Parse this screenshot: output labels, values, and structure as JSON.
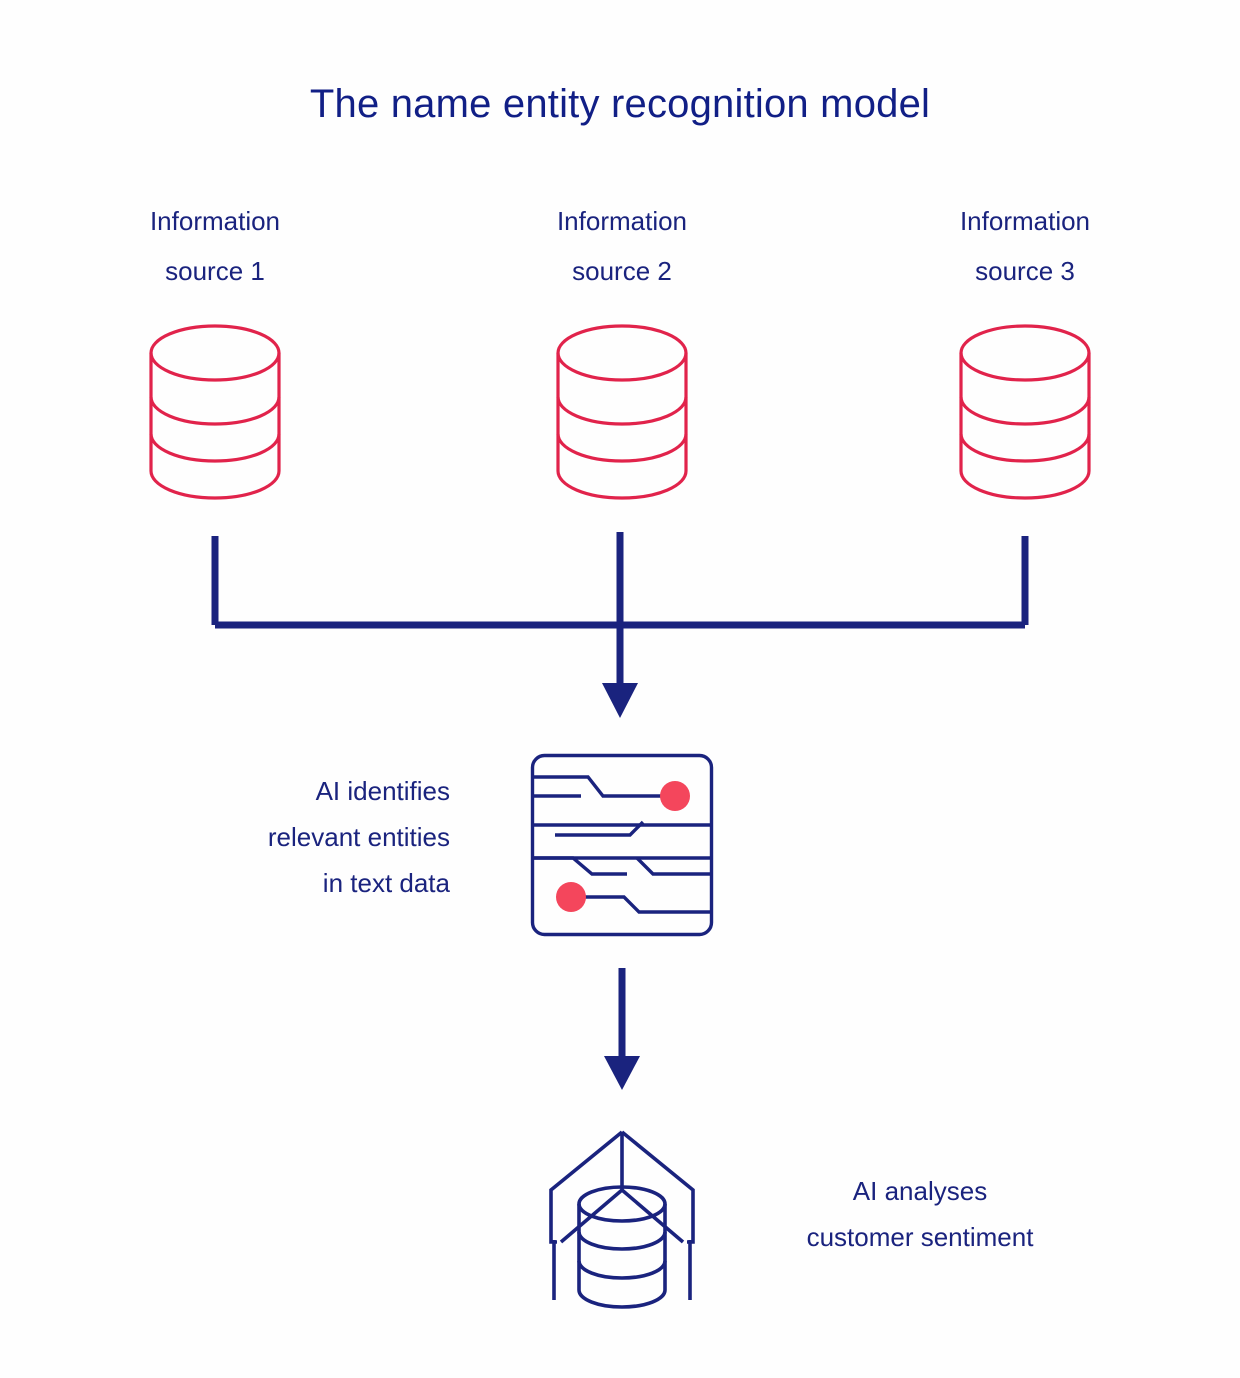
{
  "diagram": {
    "title": "The name entity recognition model",
    "background_color": "#fefefe",
    "navy": "#1a237e",
    "crimson": "#e1234b",
    "coral": "#f4465c"
  },
  "sources": [
    {
      "line1": "Information",
      "line2": "source 1",
      "icon": "database-cylinder-icon"
    },
    {
      "line1": "Information",
      "line2": "source 2",
      "icon": "database-cylinder-icon"
    },
    {
      "line1": "Information",
      "line2": "source 3",
      "icon": "database-cylinder-icon"
    }
  ],
  "stage_chip": {
    "icon": "ai-chip-icon",
    "caption_line1": "AI identifies",
    "caption_line2": "relevant entities",
    "caption_line3": "in text data"
  },
  "stage_sentiment": {
    "icon": "sentiment-funnel-database-icon",
    "caption_line1": "AI analyses",
    "caption_line2": "customer sentiment"
  },
  "connectors": {
    "bracket": "merge-bracket-connector",
    "arrow_to_chip": "down-arrow",
    "arrow_to_sentiment": "down-arrow"
  }
}
